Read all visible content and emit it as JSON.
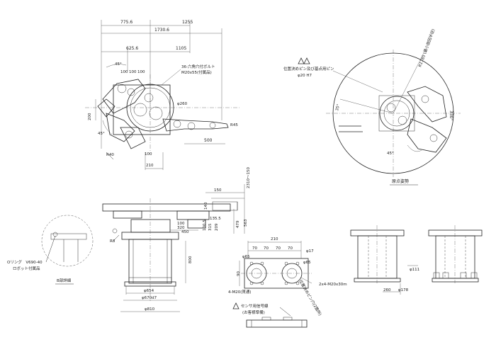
{
  "top_view": {
    "dims": [
      "775.6",
      "1255",
      "1730.6",
      "625.6",
      "1105",
      "100",
      "100",
      "100",
      "45°",
      "45°",
      "200",
      "100",
      "210",
      "500",
      "R45",
      "R40",
      "φ260"
    ],
    "bolt_note_line1": "36-六角穴付ボルト",
    "bolt_note_line2": "M20x55(付属品)"
  },
  "origin_view": {
    "note_line1": "位置決めピン及び基点用ピン",
    "note_line2": "φ20 H7",
    "dims": [
      "R1785 (最小旋回半径)",
      "330°",
      "35°",
      "45°"
    ],
    "caption": "原点姿勢"
  },
  "side_view": {
    "dims": [
      "2310～150",
      "150",
      "140",
      "100",
      "320",
      "450",
      "100.5",
      "315",
      "209",
      "563",
      "800",
      "φ654",
      "φ670d7",
      "φ810",
      "R8",
      "135.5",
      "479"
    ]
  },
  "detail_a": {
    "oring": "Oリング　V690-40",
    "robot_acc": "ロボット付属品",
    "caption": "B部詳細"
  },
  "base_plate": {
    "dims": [
      "210",
      "70",
      "70",
      "70",
      "70",
      "90",
      "φ65",
      "φ65",
      "φ17",
      "4-M20(貫通)",
      "2x4-M20x30m",
      "位置決めピン穴(2箇所)"
    ]
  },
  "sensor_note": {
    "line1": "センサ用信号線",
    "line2": "(お客様準備)"
  },
  "pedestal_right": {
    "dims": [
      "φ111",
      "260",
      "φ178"
    ]
  }
}
